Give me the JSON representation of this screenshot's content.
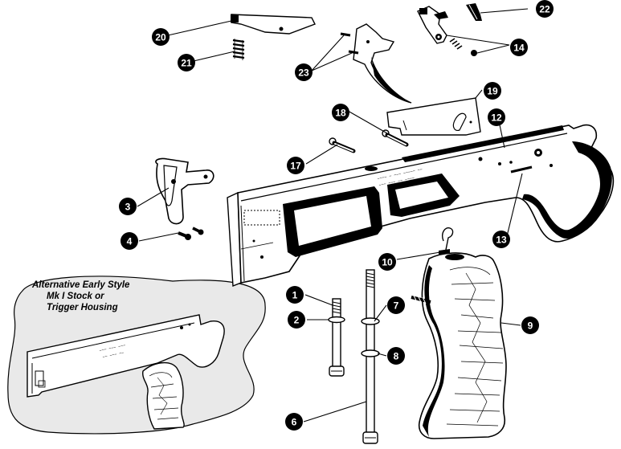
{
  "inset": {
    "title_lines": [
      "Alternative Early Style",
      "Mk I Stock or",
      "Trigger Housing"
    ]
  },
  "callouts": [
    {
      "id": "c1",
      "number": "1"
    },
    {
      "id": "c2",
      "number": "2"
    },
    {
      "id": "c3",
      "number": "3"
    },
    {
      "id": "c4",
      "number": "4"
    },
    {
      "id": "c6",
      "number": "6"
    },
    {
      "id": "c7",
      "number": "7"
    },
    {
      "id": "c8",
      "number": "8"
    },
    {
      "id": "c9",
      "number": "9"
    },
    {
      "id": "c10",
      "number": "10"
    },
    {
      "id": "c12",
      "number": "12"
    },
    {
      "id": "c13",
      "number": "13"
    },
    {
      "id": "c14",
      "number": "14"
    },
    {
      "id": "c17",
      "number": "17"
    },
    {
      "id": "c18",
      "number": "18"
    },
    {
      "id": "c19",
      "number": "19"
    },
    {
      "id": "c20",
      "number": "20"
    },
    {
      "id": "c21",
      "number": "21"
    },
    {
      "id": "c22",
      "number": "22"
    },
    {
      "id": "c23",
      "number": "23"
    }
  ],
  "colors": {
    "ink": "#000000",
    "paper": "#ffffff",
    "inset_bg": "#e9e9e9"
  }
}
